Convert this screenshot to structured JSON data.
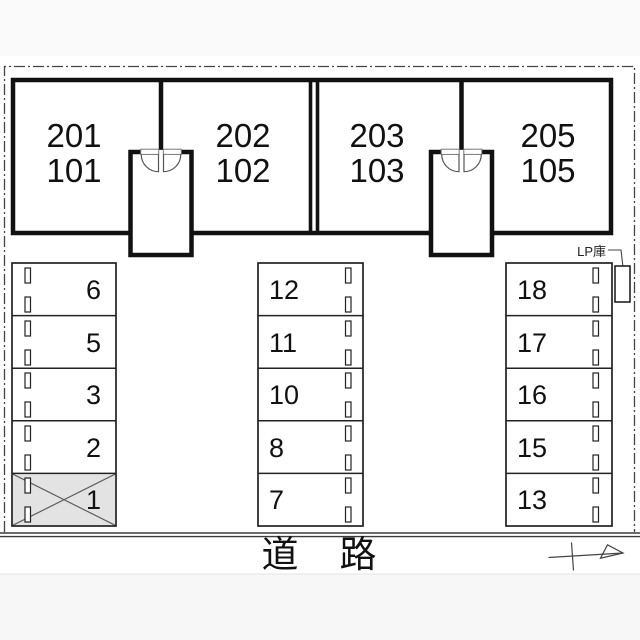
{
  "plan": {
    "building": {
      "units": [
        {
          "upper": "201",
          "lower": "101"
        },
        {
          "upper": "202",
          "lower": "102"
        },
        {
          "upper": "203",
          "lower": "103"
        },
        {
          "upper": "205",
          "lower": "105"
        }
      ]
    },
    "parking": {
      "columns": [
        {
          "name": "left",
          "spaces": [
            "6",
            "5",
            "3",
            "2",
            "1"
          ]
        },
        {
          "name": "middle",
          "spaces": [
            "12",
            "11",
            "10",
            "8",
            "7"
          ]
        },
        {
          "name": "right",
          "spaces": [
            "18",
            "17",
            "16",
            "15",
            "13"
          ]
        }
      ],
      "unavailable_space": "1"
    },
    "labels": {
      "lp_storage": "LP庫",
      "road": "道　路"
    },
    "colors": {
      "line": "#111111",
      "thin_line": "#222222",
      "unavailable_fill": "#e3e3e3",
      "background": "#ffffff"
    }
  }
}
